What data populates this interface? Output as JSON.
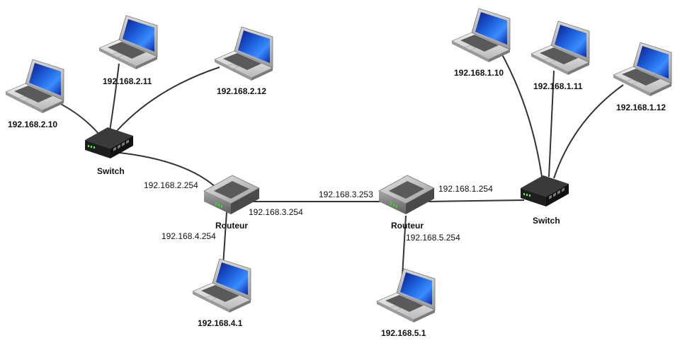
{
  "devices": {
    "switch_left": {
      "label": "Switch"
    },
    "switch_right": {
      "label": "Switch"
    },
    "router_left": {
      "label": "Routeur"
    },
    "router_right": {
      "label": "Routeur"
    }
  },
  "hosts": {
    "h_2_10": "192.168.2.10",
    "h_2_11": "192.168.2.11",
    "h_2_12": "192.168.2.12",
    "h_1_10": "192.168.1.10",
    "h_1_11": "192.168.1.11",
    "h_1_12": "192.168.1.12",
    "h_4_1": "192.168.4.1",
    "h_5_1": "192.168.5.1"
  },
  "interfaces": {
    "r1_lan2": "192.168.2.254",
    "r1_wan": "192.168.3.254",
    "r1_lan4": "192.168.4.254",
    "r2_wan": "192.168.3.253",
    "r2_lan1": "192.168.1.254",
    "r2_lan5": "192.168.5.254"
  }
}
